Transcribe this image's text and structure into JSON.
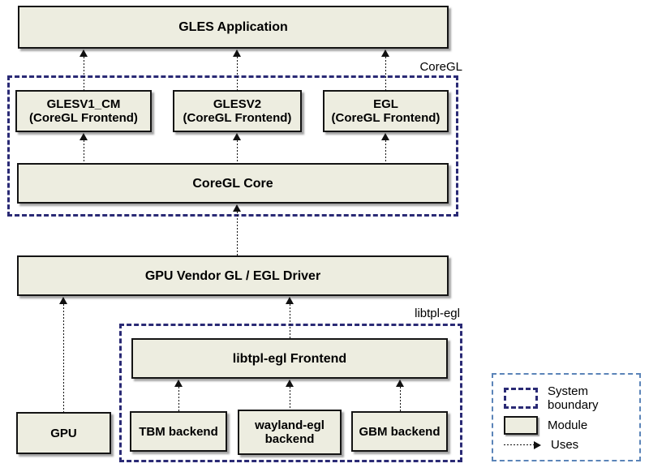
{
  "nodes": {
    "gles_application": "GLES Application",
    "glesv1_cm": "GLESV1_CM\n(CoreGL Frontend)",
    "glesv2": "GLESV2\n(CoreGL Frontend)",
    "egl": "EGL\n(CoreGL Frontend)",
    "coregl_core": "CoreGL Core",
    "gpu_vendor_driver": "GPU Vendor GL / EGL Driver",
    "libtpl_frontend": "libtpl-egl Frontend",
    "tbm_backend": "TBM backend",
    "wayland_backend": "wayland-egl\nbackend",
    "gbm_backend": "GBM backend",
    "gpu": "GPU"
  },
  "boundaries": {
    "coregl": "CoreGL",
    "libtpl_egl": "libtpl-egl"
  },
  "edges": [
    {
      "from": "glesv1_cm",
      "to": "gles_application",
      "relation": "uses"
    },
    {
      "from": "glesv2",
      "to": "gles_application",
      "relation": "uses"
    },
    {
      "from": "egl",
      "to": "gles_application",
      "relation": "uses"
    },
    {
      "from": "coregl_core",
      "to": "glesv1_cm",
      "relation": "uses"
    },
    {
      "from": "coregl_core",
      "to": "glesv2",
      "relation": "uses"
    },
    {
      "from": "coregl_core",
      "to": "egl",
      "relation": "uses"
    },
    {
      "from": "gpu_vendor_driver",
      "to": "coregl_core",
      "relation": "uses"
    },
    {
      "from": "gpu",
      "to": "gpu_vendor_driver",
      "relation": "uses"
    },
    {
      "from": "libtpl_frontend",
      "to": "gpu_vendor_driver",
      "relation": "uses"
    },
    {
      "from": "tbm_backend",
      "to": "libtpl_frontend",
      "relation": "uses"
    },
    {
      "from": "wayland_backend",
      "to": "libtpl_frontend",
      "relation": "uses"
    },
    {
      "from": "gbm_backend",
      "to": "libtpl_frontend",
      "relation": "uses"
    }
  ],
  "legend": {
    "system_boundary": "System boundary",
    "module": "Module",
    "uses": "Uses"
  },
  "colors": {
    "module_fill": "#EDEDE0",
    "module_border": "#141414",
    "boundary_dash": "#2A2A75",
    "legend_border": "#5B84B8",
    "arrow": "#111111"
  }
}
